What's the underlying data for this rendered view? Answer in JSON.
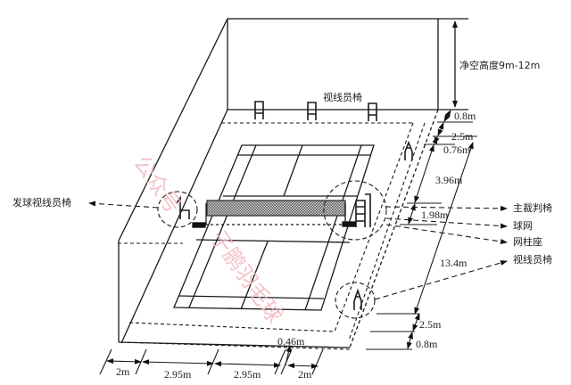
{
  "diagram": {
    "subject": "badminton court venue layout (isometric)",
    "labels": {
      "clear_height": "净空高度9m-12m",
      "line_judge_chairs_top": "视线员椅",
      "service_line_judge_chair": "发球视线员椅",
      "umpire_chair": "主裁判椅",
      "net": "球网",
      "net_post_base": "网柱座",
      "line_judge_chairs_right": "视线员椅"
    },
    "right_dimensions": {
      "back_clearance": "0.8m",
      "back_zone": "2.5m",
      "back_service": "0.76m",
      "service_to_short": "3.96m",
      "short_service": "1.98m",
      "court_length": "13.4m",
      "front_zone": "2.5m",
      "front_clearance": "0.8m"
    },
    "bottom_dimensions": {
      "left_zone": "2m",
      "half_width_1": "2.95m",
      "half_width_2": "2.95m",
      "right_zone": "2m",
      "side_line_gap": "0.46m"
    },
    "watermark": [
      "公众号",
      "子鹏羽毛球"
    ],
    "colors": {
      "line": "#1a1a1a",
      "net_fill": "#888888",
      "watermark": "#f2b8c0",
      "background": "#ffffff"
    }
  }
}
